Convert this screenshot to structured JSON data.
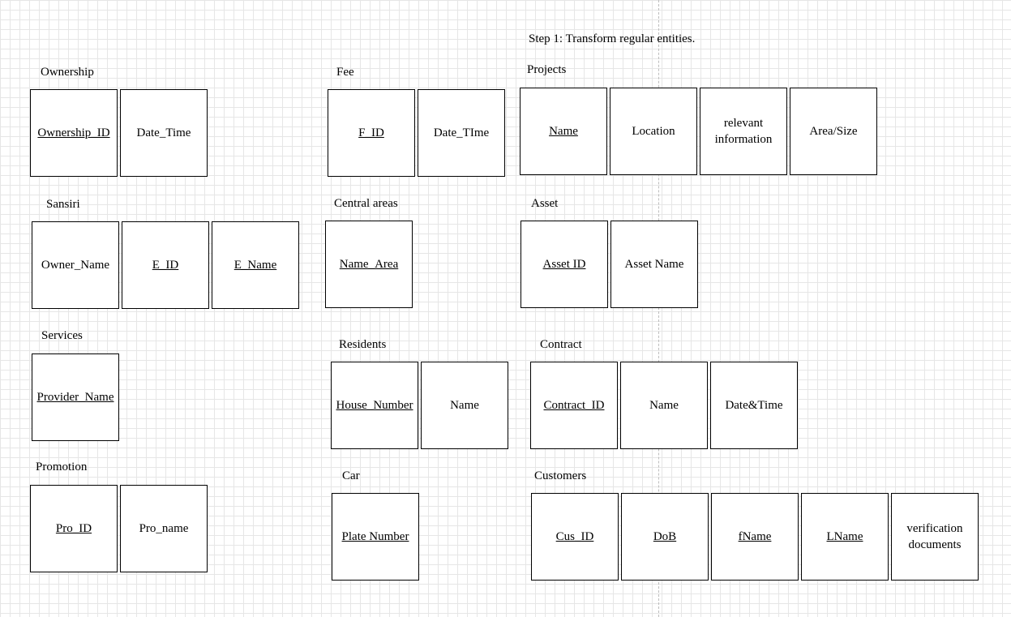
{
  "diagram": {
    "title": "Step 1: Transform regular entities."
  },
  "entities": {
    "ownership": {
      "name": "Ownership",
      "attrs": [
        "Ownership_ID",
        "Date_Time"
      ]
    },
    "fee": {
      "name": "Fee",
      "attrs": [
        "F_ID",
        "Date_TIme"
      ]
    },
    "projects": {
      "name": "Projects",
      "attrs": [
        "Name",
        "Location",
        "relevant information",
        "Area/Size"
      ]
    },
    "sansiri": {
      "name": "Sansiri",
      "attrs": [
        "Owner_Name",
        "E_ID",
        "E_Name"
      ]
    },
    "central_areas": {
      "name": "Central areas",
      "attrs": [
        "Name_Area"
      ]
    },
    "asset": {
      "name": "Asset",
      "attrs": [
        "Asset ID",
        "Asset Name"
      ]
    },
    "services": {
      "name": "Services",
      "attrs": [
        "Provider_Name"
      ]
    },
    "residents": {
      "name": "Residents",
      "attrs": [
        "House_Number",
        "Name"
      ]
    },
    "contract": {
      "name": "Contract",
      "attrs": [
        "Contract_ID",
        "Name",
        "Date&Time"
      ]
    },
    "promotion": {
      "name": "Promotion",
      "attrs": [
        "Pro_ID",
        "Pro_name"
      ]
    },
    "car": {
      "name": "Car",
      "attrs": [
        "Plate Number"
      ]
    },
    "customers": {
      "name": "Customers",
      "attrs": [
        "Cus_ID",
        "DoB",
        "fName",
        "LName",
        "verification documents"
      ]
    }
  }
}
